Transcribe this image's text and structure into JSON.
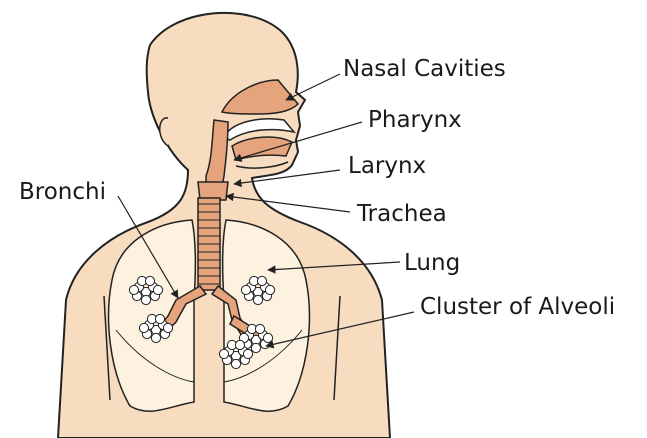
{
  "diagram": {
    "labels": {
      "nasal_cavities": "Nasal Cavities",
      "pharynx": "Pharynx",
      "larynx": "Larynx",
      "trachea": "Trachea",
      "bronchi": "Bronchi",
      "lung": "Lung",
      "alveoli": "Cluster of Alveoli"
    },
    "colors": {
      "skin": "#f8dcc0",
      "airway": "#e6a47c",
      "lung_fill": "#fdf1df",
      "outline": "#222222"
    }
  }
}
